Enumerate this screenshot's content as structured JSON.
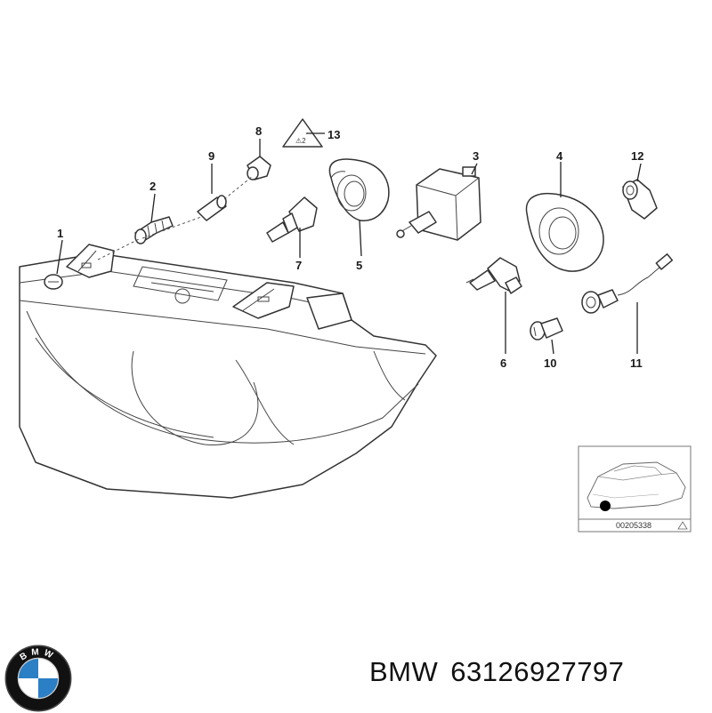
{
  "callouts": {
    "p1": "1",
    "p2": "2",
    "p3": "3",
    "p4": "4",
    "p5": "5",
    "p6": "6",
    "p7": "7",
    "p8": "8",
    "p9": "9",
    "p10": "10",
    "p11": "11",
    "p12": "12",
    "p13": "13"
  },
  "inset": {
    "code": "00205338"
  },
  "caption": {
    "brand": "BMW",
    "part_number": "63126927797"
  },
  "logo": {
    "letters": "BMW",
    "colors": {
      "blue": "#2b7fc4",
      "white": "#ffffff",
      "ring": "#111111"
    }
  }
}
